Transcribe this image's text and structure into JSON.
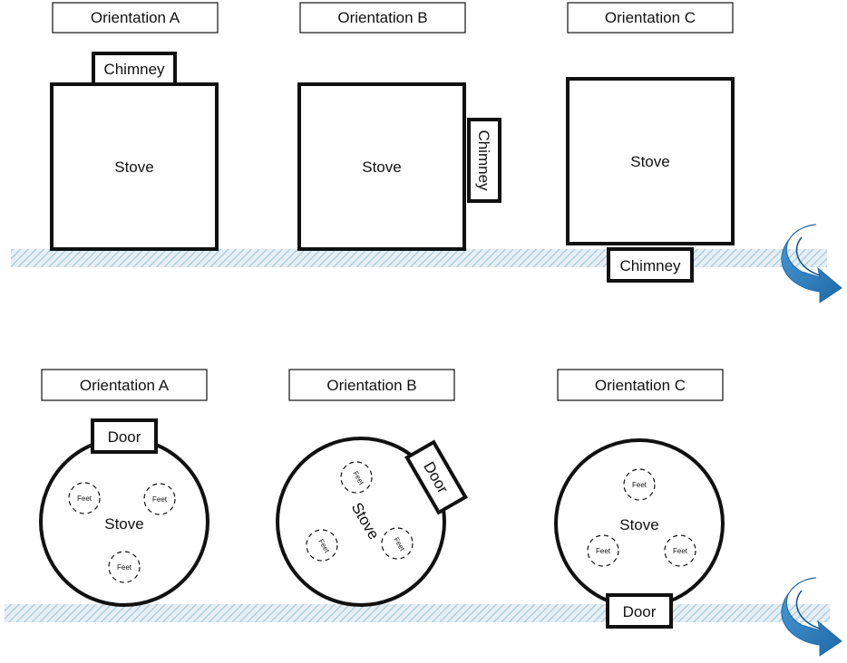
{
  "top_row": {
    "panels": [
      {
        "label": "Orientation A",
        "body": "Stove",
        "chimney": "Chimney"
      },
      {
        "label": "Orientation B",
        "body": "Stove",
        "chimney": "Chimney"
      },
      {
        "label": "Orientation C",
        "body": "Stove",
        "chimney": "Chimney"
      }
    ]
  },
  "bottom_row": {
    "panels": [
      {
        "label": "Orientation A",
        "body": "Stove",
        "door": "Door",
        "feet": [
          "Feet",
          "Feet",
          "Feet"
        ]
      },
      {
        "label": "Orientation B",
        "body": "Stove",
        "door": "Door",
        "feet": [
          "Feet",
          "Feet",
          "Feet"
        ]
      },
      {
        "label": "Orientation C",
        "body": "Stove",
        "door": "Door",
        "feet": [
          "Feet",
          "Feet",
          "Feet"
        ]
      }
    ]
  },
  "colors": {
    "ground_hatch": "#a8c8dc",
    "arrow": "#2a7bbf",
    "stroke": "#111111"
  },
  "icons": [
    "rotation-arrow-icon"
  ]
}
